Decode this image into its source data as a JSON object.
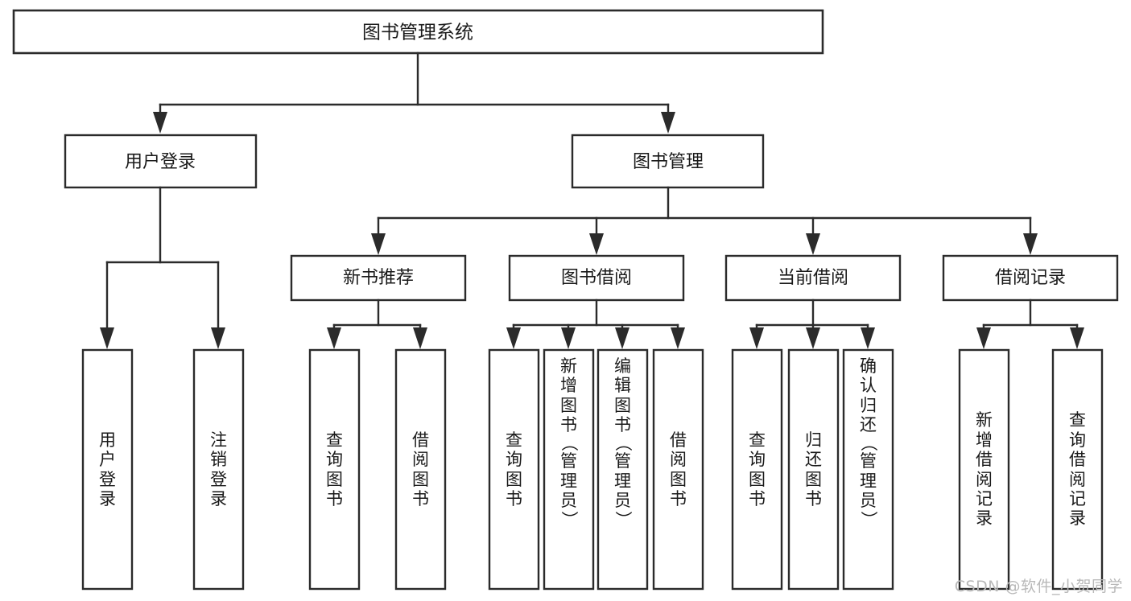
{
  "diagram": {
    "title": "图书管理系统",
    "type": "hierarchy-tree",
    "orientation": "top-down",
    "colors": {
      "box_stroke": "#2b2b2b",
      "box_fill": "#ffffff",
      "connector": "#2b2b2b",
      "text": "#1a1a1a",
      "background": "#ffffff",
      "watermark": "#b9b9b9"
    }
  },
  "root": {
    "label": "图书管理系统"
  },
  "level2": [
    {
      "label": "用户登录"
    },
    {
      "label": "图书管理"
    }
  ],
  "level3": [
    {
      "label": "新书推荐"
    },
    {
      "label": "图书借阅"
    },
    {
      "label": "当前借阅"
    },
    {
      "label": "借阅记录"
    }
  ],
  "leaves": {
    "user_login": [
      {
        "label": "用户登录"
      },
      {
        "label": "注销登录"
      }
    ],
    "new_book_recommend": [
      {
        "label": "查询图书"
      },
      {
        "label": "借阅图书"
      }
    ],
    "book_borrow": [
      {
        "label": "查询图书"
      },
      {
        "label": "新增图书（管理员）"
      },
      {
        "label": "编辑图书（管理员）"
      },
      {
        "label": "借阅图书"
      }
    ],
    "current_borrow": [
      {
        "label": "查询图书"
      },
      {
        "label": "归还图书"
      },
      {
        "label": "确认归还（管理员）"
      }
    ],
    "borrow_record": [
      {
        "label": "新增借阅记录"
      },
      {
        "label": "查询借阅记录"
      }
    ]
  },
  "watermark": {
    "text": "CSDN @软件_小贺同学"
  }
}
